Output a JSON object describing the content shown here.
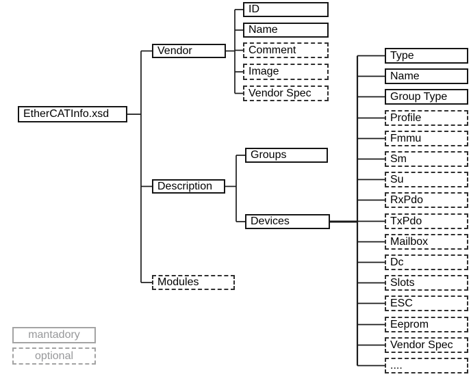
{
  "diagram": {
    "title_semantic": "EtherCATInfo.xsd schema tree",
    "root": {
      "label": "EtherCATInfo.xsd",
      "optional": false
    },
    "level1": [
      {
        "label": "Vendor",
        "optional": false
      },
      {
        "label": "Description",
        "optional": false
      },
      {
        "label": "Modules",
        "optional": true
      }
    ],
    "vendor_children": [
      {
        "label": "ID",
        "optional": false
      },
      {
        "label": "Name",
        "optional": false
      },
      {
        "label": "Comment",
        "optional": true
      },
      {
        "label": "Image",
        "optional": true
      },
      {
        "label": "Vendor Spec",
        "optional": true
      }
    ],
    "description_children": [
      {
        "label": "Groups",
        "optional": false
      },
      {
        "label": "Devices",
        "optional": false
      }
    ],
    "devices_children": [
      {
        "label": "Type",
        "optional": false
      },
      {
        "label": "Name",
        "optional": false
      },
      {
        "label": "Group Type",
        "optional": false
      },
      {
        "label": "Profile",
        "optional": true
      },
      {
        "label": "Fmmu",
        "optional": true
      },
      {
        "label": "Sm",
        "optional": true
      },
      {
        "label": "Su",
        "optional": true
      },
      {
        "label": "RxPdo",
        "optional": true
      },
      {
        "label": "TxPdo",
        "optional": true
      },
      {
        "label": "Mailbox",
        "optional": true
      },
      {
        "label": "Dc",
        "optional": true
      },
      {
        "label": "Slots",
        "optional": true
      },
      {
        "label": "ESC",
        "optional": true
      },
      {
        "label": "Eeprom",
        "optional": true
      },
      {
        "label": "Vendor Spec",
        "optional": true
      },
      {
        "label": "....",
        "optional": true
      }
    ],
    "legend": {
      "mandatory_label": "mantadory",
      "optional_label": "optional"
    },
    "colors": {
      "background": "#ffffff",
      "node_border": "#151515",
      "optional_border": "#2e2e2e",
      "text": "#000000",
      "line": "#1a1a1a",
      "legend_border": "#a3a3a3",
      "legend_text": "#97989a"
    }
  }
}
